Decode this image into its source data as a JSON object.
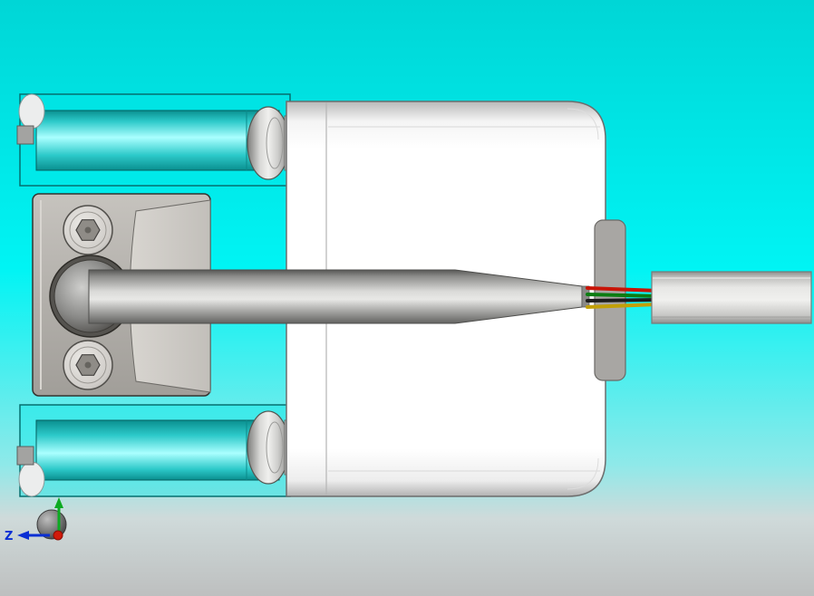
{
  "viewport": {
    "bg_top": "#00d6d6",
    "bg_mid": "#00f4f4",
    "bg_lower": "#8fe9e9",
    "bg_bottom": "#bdbfbf"
  },
  "triad": {
    "z_label": "Z",
    "z_axis_color": "#0a2fd4",
    "up_axis_color": "#0caa22",
    "out_axis_color": "#d11a0a"
  },
  "model": {
    "housing_color": "#00e9e9",
    "motor_color": "#ffffff",
    "metal_color": "#b3b0ab",
    "wires": [
      {
        "name": "wire-red",
        "color": "#c81407"
      },
      {
        "name": "wire-green",
        "color": "#0b7d12"
      },
      {
        "name": "wire-black",
        "color": "#1c1c1c"
      },
      {
        "name": "wire-yellow",
        "color": "#c2a007"
      }
    ]
  }
}
